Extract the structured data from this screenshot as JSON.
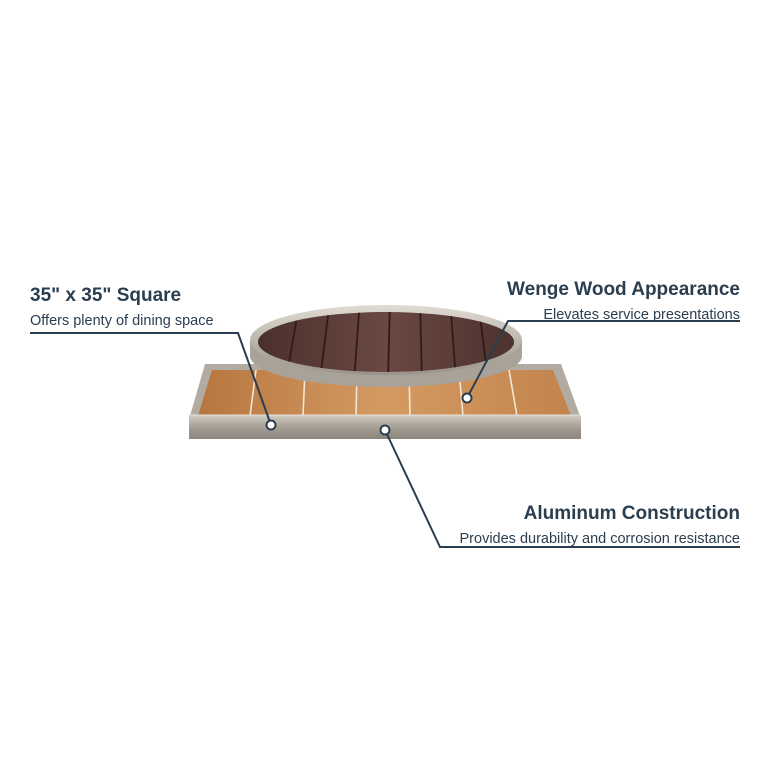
{
  "callouts": {
    "size": {
      "title": "35\" x 35\" Square",
      "description": "Offers plenty of dining space"
    },
    "wood": {
      "title": "Wenge Wood Appearance",
      "description": "Elevates service presentations"
    },
    "frame": {
      "title": "Aluminum Construction",
      "description": "Provides durability and corrosion resistance"
    }
  },
  "colors": {
    "text": "#2b3e50",
    "leader_line": "#2b3e50",
    "square_wood": "#c98a53",
    "round_wood": "#5a3a34",
    "aluminum": "#b8b2a8"
  }
}
